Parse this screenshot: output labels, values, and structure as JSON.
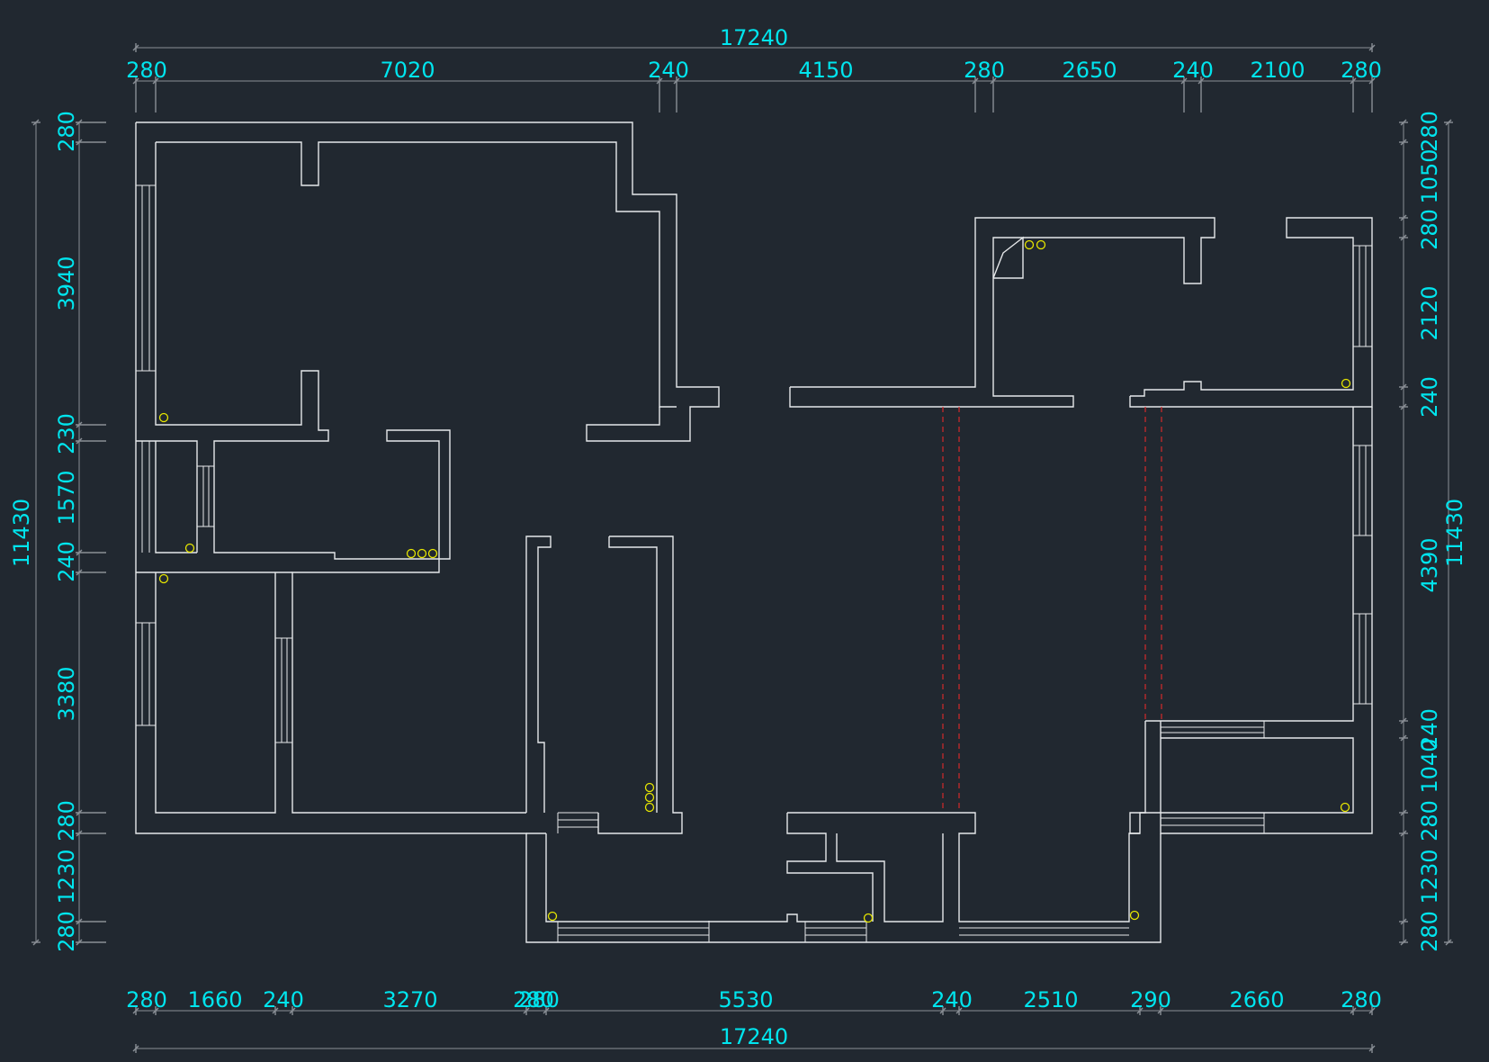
{
  "drawing": {
    "background": "#212830",
    "dimension_color": "#00e5ee",
    "wall_color": "#e6e8ea",
    "outlet_color": "#e6e600",
    "beam_color": "#d42a2a"
  },
  "dimensions": {
    "top_total": "17240",
    "top_segments": [
      "280",
      "7020",
      "240",
      "4150",
      "280",
      "2650",
      "240",
      "2100",
      "280"
    ],
    "bottom_total": "17240",
    "bottom_segments": [
      "280",
      "1660",
      "240",
      "3270",
      "280",
      "280",
      "5530",
      "240",
      "2510",
      "290",
      "2660",
      "280"
    ],
    "left_total": "11430",
    "left_segments": [
      "280",
      "3940",
      "230",
      "1570",
      "240",
      "3380",
      "280",
      "1230",
      "280"
    ],
    "right_total": "11430",
    "right_segments": [
      "280",
      "1050",
      "280",
      "2120",
      "240",
      "4390",
      "240",
      "1040",
      "280",
      "1230",
      "280"
    ]
  }
}
